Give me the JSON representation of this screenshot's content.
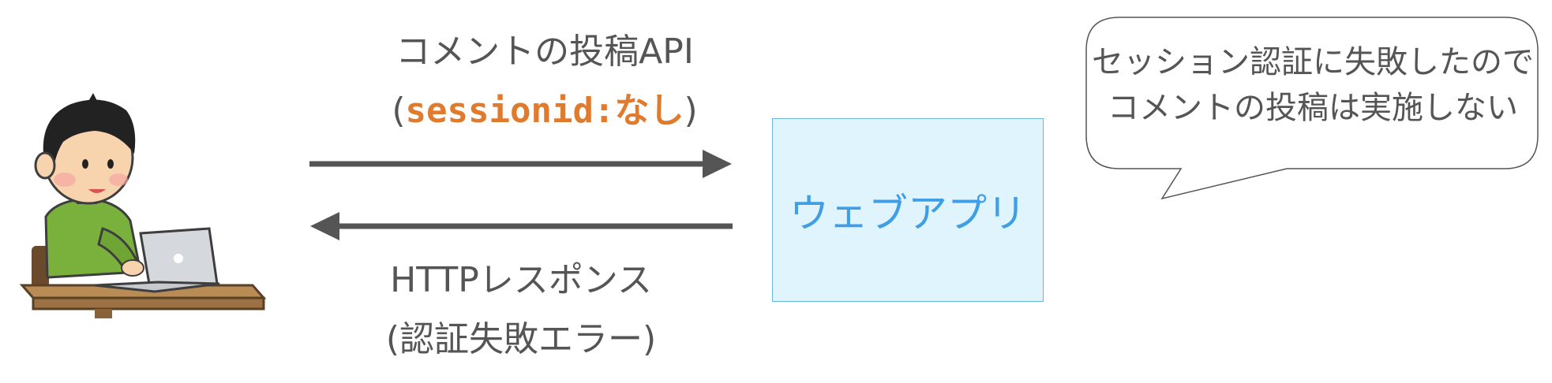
{
  "request": {
    "title": "コメントの投稿API",
    "param_open": "(",
    "param_value": "sessionid:なし",
    "param_close": ")",
    "param_color": "#e07a2c"
  },
  "response": {
    "title": "HTTPレスポンス",
    "detail": "(認証失敗エラー)"
  },
  "webapp": {
    "label": "ウェブアプリ",
    "fill_color": "#dff4fc",
    "text_color": "#3f9ee6"
  },
  "speech_bubble": {
    "lines": [
      "セッション認証に失敗したので",
      "コメントの投稿は実施しない"
    ]
  },
  "icons": {
    "user": "person-at-laptop-icon"
  },
  "arrow_color": "#555555"
}
